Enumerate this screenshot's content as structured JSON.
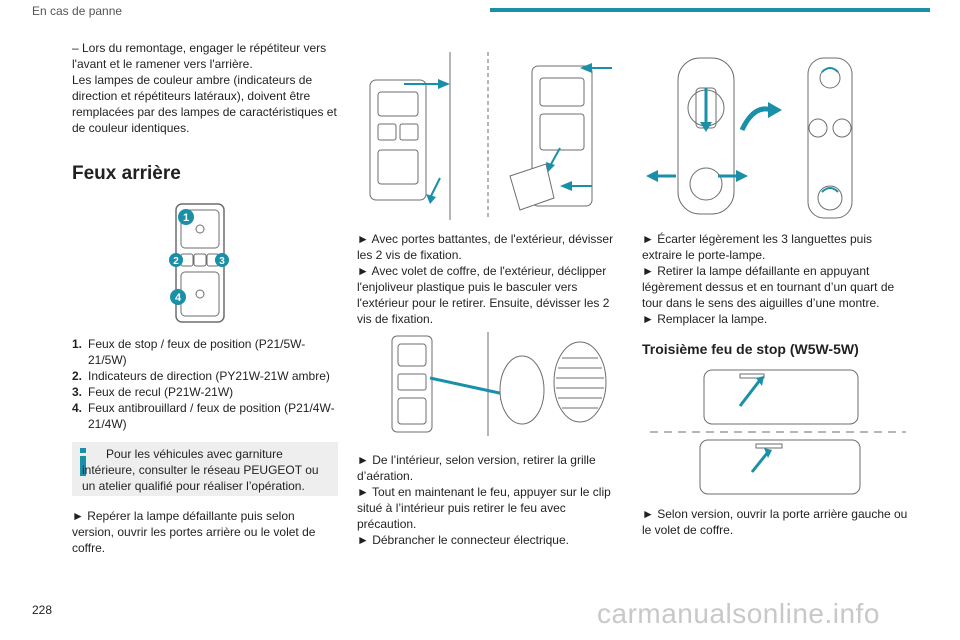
{
  "header": {
    "section": "En cas de panne"
  },
  "page_number": "228",
  "watermark": "carmanualsonline.info",
  "col1": {
    "intro": "– Lors du remontage, engager le répétiteur vers l'avant et le ramener vers l'arrière.",
    "intro2": "Les lampes de couleur ambre (indicateurs de direction et répétiteurs latéraux), doivent être remplacées par des lampes de caractéristiques et de couleur identiques.",
    "heading": "Feux arrière",
    "diagram_labels": [
      "1",
      "2",
      "3",
      "4"
    ],
    "items": [
      {
        "num": "1.",
        "text": "Feux de stop / feux de position (P21/5W-21/5W)"
      },
      {
        "num": "2.",
        "text": "Indicateurs de direction (PY21W-21W ambre)"
      },
      {
        "num": "3.",
        "text": "Feux de recul (P21W-21W)"
      },
      {
        "num": "4.",
        "text": "Feux antibrouillard / feux de position (P21/4W-21/4W)"
      }
    ],
    "info": "Pour les véhicules avec garniture intérieure, consulter le réseau PEUGEOT ou un atelier qualifié pour réaliser l’opération.",
    "step": "► Repérer la lampe défaillante puis selon version, ouvrir les portes arrière ou le volet de coffre."
  },
  "col2": {
    "para1": "► Avec portes battantes, de l'extérieur, dévisser les 2 vis de fixation.",
    "para2": "► Avec volet de coffre, de l'extérieur, déclipper l'enjoliveur plastique puis le basculer vers l'extérieur pour le retirer. Ensuite, dévisser les 2 vis de fixation.",
    "para3": "► De l’intérieur, selon version, retirer la grille d’aération.",
    "para4": "► Tout en maintenant le feu, appuyer sur le clip situé à l’intérieur puis retirer le feu avec précaution.",
    "para5": "► Débrancher le connecteur électrique."
  },
  "col3": {
    "para1": "► Écarter légèrement les 3 languettes puis extraire le porte-lampe.",
    "para2": "► Retirer la lampe défaillante en appuyant légèrement dessus et en tournant d’un quart de tour dans le sens des aiguilles d’une montre.",
    "para3": "► Remplacer la lampe.",
    "heading": "Troisième feu de stop (W5W-5W)",
    "para4": "► Selon version, ouvrir la porte arrière gauche ou le volet de coffre."
  },
  "colors": {
    "accent": "#1a8fa8",
    "text": "#231f20"
  }
}
